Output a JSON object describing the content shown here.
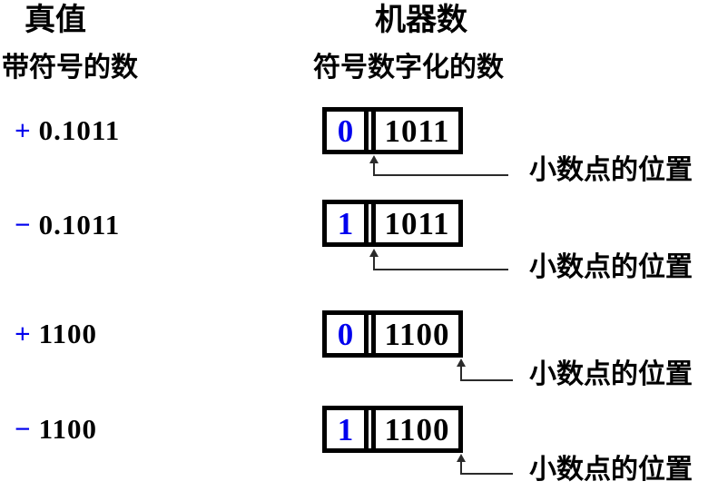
{
  "colors": {
    "accent_blue": "#0000ee",
    "text_black": "#000000",
    "line_gray": "#2b2b2b"
  },
  "header": {
    "true_value": "真值",
    "machine_number": "机器数"
  },
  "subheader": {
    "left": "带符号的数",
    "right": "符号数字化的数"
  },
  "rows": [
    {
      "sign": "+",
      "magnitude": "0.1011",
      "sign_bit": "0",
      "digits": "1011",
      "point_position": "after-sign-bit",
      "pointer_label": "小数点的位置"
    },
    {
      "sign": "−",
      "magnitude": "0.1011",
      "sign_bit": "1",
      "digits": "1011",
      "point_position": "after-sign-bit",
      "pointer_label": "小数点的位置"
    },
    {
      "sign": "+",
      "magnitude": "1100",
      "sign_bit": "0",
      "digits": "1100",
      "point_position": "right-end",
      "pointer_label": "小数点的位置"
    },
    {
      "sign": "−",
      "magnitude": "1100",
      "sign_bit": "1",
      "digits": "1100",
      "point_position": "right-end",
      "pointer_label": "小数点的位置"
    }
  ]
}
